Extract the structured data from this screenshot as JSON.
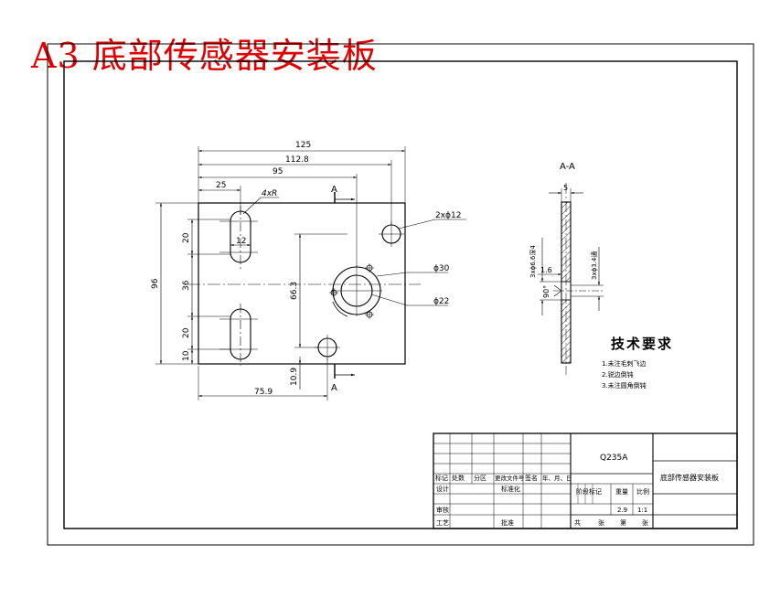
{
  "sheet_title": "A3 底部传感器安装板",
  "dimensions": {
    "d125": "125",
    "d112_8": "112.8",
    "d95": "95",
    "d25": "25",
    "d4xR": "4xR",
    "d2xphi12": "2xϕ12",
    "d20_top": "20",
    "d12": "12",
    "d96": "96",
    "d36": "36",
    "d66_3": "66.3",
    "phi30": "ϕ30",
    "phi22": "ϕ22",
    "d20_bottom": "20",
    "d10": "10",
    "d10_9": "10.9",
    "d75_9": "75.9"
  },
  "section_markers": {
    "top": "A",
    "bottom": "A",
    "view_title": "A-A"
  },
  "section_view": {
    "d5": "5",
    "d3x6_6": "3xϕ6.6深4",
    "d3x3_4": "3xϕ3.4通",
    "d1_6": "1.6",
    "d90": "90°"
  },
  "technical_requirements": {
    "heading": "技术要求",
    "items": [
      "1.未注毛刺飞边",
      "2.锐边倒钝",
      "3.未注圆角倒钝"
    ]
  },
  "title_block": {
    "material": "Q235A",
    "part_name": "底部传感器安装板",
    "header_cells": [
      "标记",
      "处数",
      "分区",
      "更改文件号",
      "签名",
      "年、月、日"
    ],
    "row_design": "设计",
    "row_standardize": "标准化",
    "row_review": "审核",
    "row_process": "工艺",
    "row_approve": "批准",
    "stage_label": "阶段标记",
    "weight_label": "重量",
    "scale_label": "比例",
    "weight_value": "2.9",
    "scale_value": "1:1",
    "sheet_count": [
      "共",
      "张",
      "第",
      "张"
    ]
  }
}
